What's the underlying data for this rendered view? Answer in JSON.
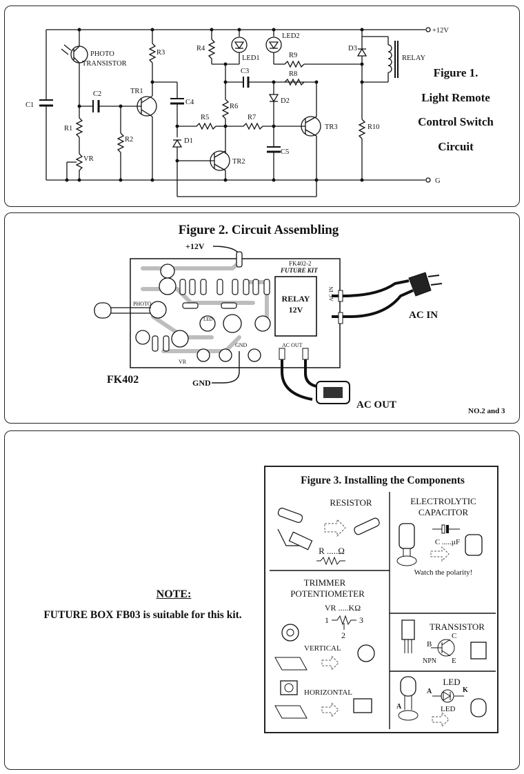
{
  "figure1": {
    "title_line1": "Figure 1.",
    "title_line2": "Light Remote",
    "title_line3": "Control Switch",
    "title_line4": "Circuit",
    "labels": {
      "c1": "C1",
      "photo": "PHOTO",
      "transistor": "TRANSISTOR",
      "r1": "R1",
      "vr": "VR",
      "c2": "C2",
      "r2": "R2",
      "r3": "R3",
      "tr1": "TR1",
      "c4": "C4",
      "r4": "R4",
      "led1": "LED1",
      "led2": "LED2",
      "r9": "R9",
      "r8": "R8",
      "c3": "C3",
      "r6": "R6",
      "d2": "D2",
      "r5": "R5",
      "r7": "R7",
      "d1": "D1",
      "tr2": "TR2",
      "tr3": "TR3",
      "c5": "C5",
      "d3": "D3",
      "r10": "R10",
      "relay": "RELAY",
      "plus12v": "+12V",
      "g": "G"
    }
  },
  "figure2": {
    "title": "Figure 2. Circuit Assembling",
    "plus12v": "+12V",
    "board_name": "FK402",
    "pcb_code": "FK402-2",
    "logo_text": "FUTURE KIT",
    "relay_line1": "RELAY",
    "relay_line2": "12V",
    "photo": "PHOTO",
    "led": "LED",
    "vr": "VR",
    "gnd_pad": "GND",
    "ac_out_pad": "AC OUT",
    "ac_in_pad": "AC IN",
    "gnd": "GND",
    "ac_in": "AC IN",
    "ac_out": "AC OUT",
    "page_ref": "NO.2 and 3"
  },
  "note": {
    "title": "NOTE:",
    "text": "FUTURE BOX FB03 is suitable for this kit."
  },
  "figure3": {
    "title": "Figure 3. Installing the Components",
    "resistor": "RESISTOR",
    "resistor_value": "R .....Ω",
    "electrolytic_line1": "ELECTROLYTIC",
    "electrolytic_line2": "CAPACITOR",
    "capacitor_value": "C .....µF",
    "polarity_note": "Watch the polarity!",
    "trimmer_line1": "TRIMMER",
    "trimmer_line2": "POTENTIOMETER",
    "vr_value": "VR .....KΩ",
    "pin1": "1",
    "pin2": "2",
    "pin3": "3",
    "vertical": "VERTICAL",
    "horizontal": "HORIZONTAL",
    "transistor": "TRANSISTOR",
    "npn": "NPN",
    "pin_b": "B",
    "pin_c": "C",
    "pin_e": "E",
    "led": "LED",
    "pin_a": "A",
    "pin_k": "K",
    "led_label": "LED"
  }
}
